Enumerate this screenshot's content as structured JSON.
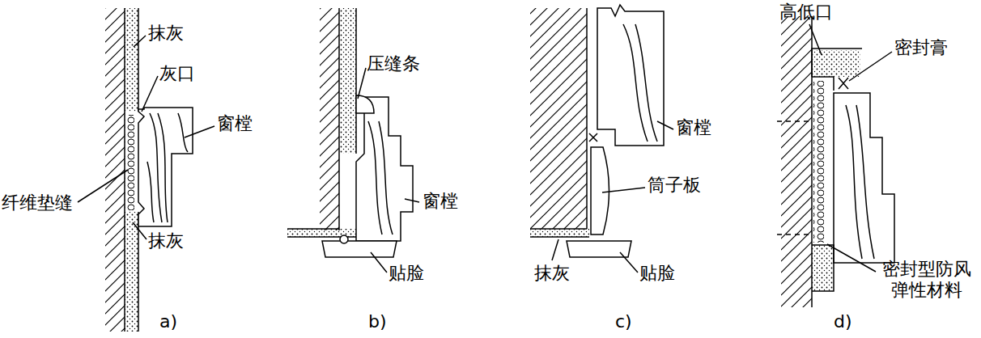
{
  "diagram": {
    "labels": [
      "抹灰",
      "灰口",
      "窗樘",
      "纤维垫缝",
      "抹灰",
      "a)",
      "压缝条",
      "窗樘",
      "贴脸",
      "b)",
      "窗樘",
      "筒子板",
      "抹灰",
      "贴脸",
      "c)",
      "高低口",
      "密封膏",
      "密封型防风 弹性材料",
      "d)"
    ]
  }
}
